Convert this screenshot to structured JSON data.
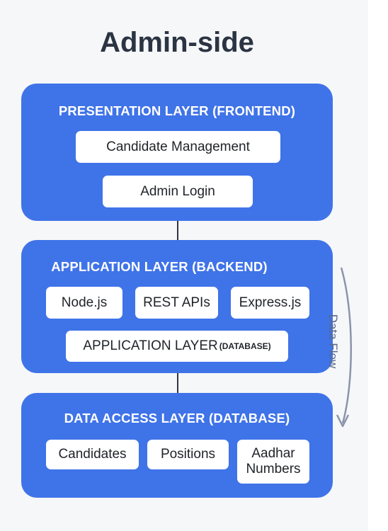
{
  "title": "Admin-side",
  "presentation_layer": {
    "heading": "PRESENTATION LAYER (FRONTEND)",
    "items": [
      "Candidate Management",
      "Admin Login"
    ]
  },
  "application_layer": {
    "heading": "APPLICATION LAYER (BACKEND)",
    "items": [
      "Node.js",
      "REST APIs",
      "Express.js"
    ],
    "sub_box": {
      "label": "APPLICATION LAYER",
      "tag": "(DATABASE)"
    }
  },
  "data_access_layer": {
    "heading": "DATA ACCESS LAYER (DATABASE)",
    "items": [
      "Candidates",
      "Positions",
      "Aadhar\nNumbers"
    ]
  },
  "flow_label": "Data Flow",
  "colors": {
    "layer_blue": "#3f73e8",
    "title_text": "#2b3442",
    "connector": "#2e3540",
    "flow_arrow": "#8a95ab"
  }
}
